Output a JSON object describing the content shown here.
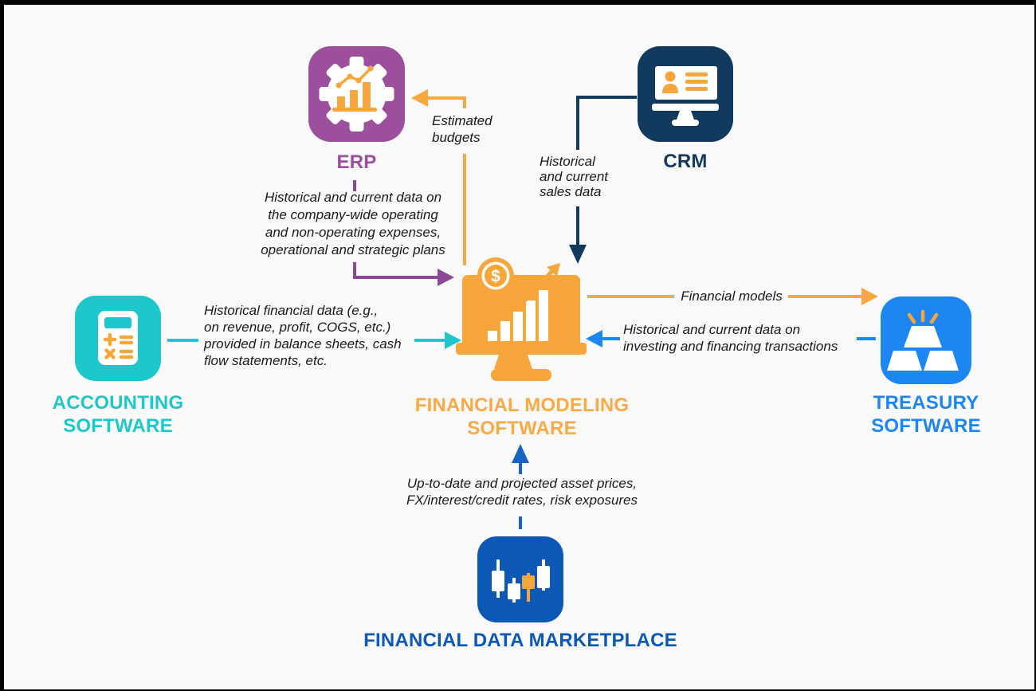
{
  "diagram": {
    "description": "Financial modeling software data-flow diagram",
    "colors": {
      "background": "#f8f9f8",
      "frame": "#000000",
      "erp_purple": "#9b4f9d",
      "purple_arrow": "#8d4896",
      "crm_navy": "#113a5e",
      "accounting_teal": "#1dc7cc",
      "fms_orange": "#f7a63c",
      "orange_arrow": "#f7a83f",
      "treasury_blue": "#1e86f2",
      "marketplace_blue": "#0d58b4",
      "marketplace_arrow": "#1563c4",
      "annotation_text": "#1a1a1a"
    },
    "nodes": {
      "erp": {
        "label": "ERP",
        "icon": "gear-chart-icon"
      },
      "crm": {
        "label": "CRM",
        "icon": "monitor-contact-icon"
      },
      "accounting": {
        "label": "ACCOUNTING\nSOFTWARE",
        "icon": "calculator-icon"
      },
      "fms": {
        "label": "FINANCIAL MODELING\nSOFTWARE",
        "icon": "monitor-growth-dollar-icon"
      },
      "treasury": {
        "label": "TREASURY\nSOFTWARE",
        "icon": "gold-bars-icon"
      },
      "marketplace": {
        "label": "FINANCIAL DATA MARKETPLACE",
        "icon": "candlestick-chart-icon"
      }
    },
    "edges": {
      "fms_to_erp": {
        "label": "Estimated\nbudgets"
      },
      "erp_to_fms": {
        "label": "Historical and current data on\nthe company-wide operating\nand non-operating expenses,\noperational and strategic plans"
      },
      "crm_to_fms": {
        "label": "Historical\nand current\nsales data"
      },
      "accounting_to_fms": {
        "label": "Historical financial data (e.g.,\non revenue, profit, COGS, etc.)\nprovided in balance sheets, cash\nflow statements, etc."
      },
      "fms_to_treasury": {
        "label": "Financial models"
      },
      "treasury_to_fms": {
        "label": "Historical and current data on\ninvesting and financing transactions"
      },
      "marketplace_to_fms": {
        "label": "Up-to-date and projected asset prices,\nFX/interest/credit rates, risk exposures"
      }
    }
  }
}
